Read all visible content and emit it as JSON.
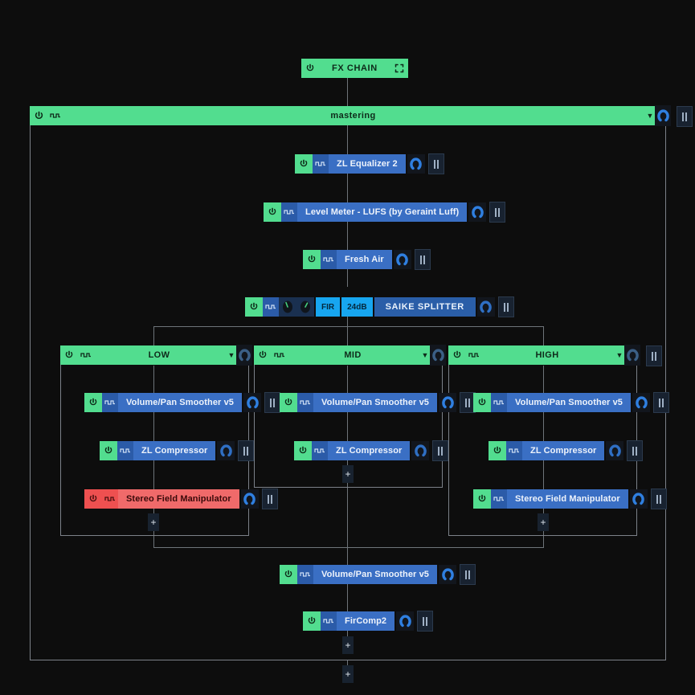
{
  "app": {
    "background": "#0d0d0d",
    "accent_green": "#52dd8f",
    "accent_blue": "#3a6fc4",
    "accent_red": "#f06a6a",
    "accent_cyan": "#17a6f0"
  },
  "fx_chain": {
    "title": "FX CHAIN",
    "power_icon": "power-icon",
    "expand_icon": "expand-icon"
  },
  "chain_container": {
    "title": "mastering",
    "power_icon": "power-icon",
    "waveform_icon": "waveform-icon",
    "caret_icon": "chevron-down-icon",
    "knob_icon": "knob-icon",
    "pause_icon": "pause-icon"
  },
  "top_plugins": [
    {
      "name": "ZL Equalizer 2",
      "state": "enabled"
    },
    {
      "name": "Level Meter - LUFS (by Geraint Luff)",
      "state": "enabled"
    },
    {
      "name": "Fresh Air",
      "state": "enabled"
    }
  ],
  "splitter": {
    "name": "SAIKE SPLITTER",
    "buttons": [
      "FIR",
      "24dB"
    ],
    "knobs": [
      "splitter-knob-1",
      "splitter-knob-2"
    ],
    "state": "enabled"
  },
  "bands": [
    {
      "title": "LOW",
      "plugins": [
        {
          "name": "Volume/Pan Smoother v5",
          "state": "enabled"
        },
        {
          "name": "ZL Compressor",
          "state": "enabled"
        },
        {
          "name": "Stereo Field Manipulator",
          "state": "bypassed"
        }
      ],
      "add_label": "+"
    },
    {
      "title": "MID",
      "plugins": [
        {
          "name": "Volume/Pan Smoother v5",
          "state": "enabled"
        },
        {
          "name": "ZL Compressor",
          "state": "enabled"
        }
      ],
      "add_label": "+"
    },
    {
      "title": "HIGH",
      "plugins": [
        {
          "name": "Volume/Pan Smoother v5",
          "state": "enabled"
        },
        {
          "name": "ZL Compressor",
          "state": "enabled"
        },
        {
          "name": "Stereo Field Manipulator",
          "state": "enabled"
        }
      ],
      "add_label": "+"
    }
  ],
  "bottom_plugins": [
    {
      "name": "Volume/Pan Smoother v5",
      "state": "enabled"
    },
    {
      "name": "FirComp2",
      "state": "enabled"
    }
  ],
  "add_buttons": {
    "chain_add_label": "+",
    "root_add_label": "+"
  }
}
